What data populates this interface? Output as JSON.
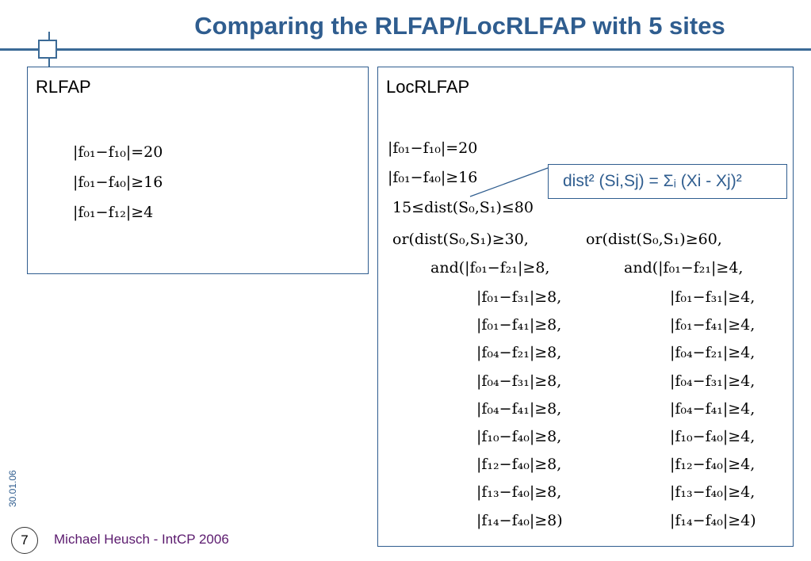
{
  "slide": {
    "title": "Comparing the RLFAP/LocRLFAP with 5 sites",
    "date": "30.01.06",
    "page_number": "7",
    "footer": "Michael Heusch - IntCP 2006"
  },
  "rlfap": {
    "title": "RLFAP",
    "constraints": [
      "|f₀₁−f₁₀|=20",
      "|f₀₁−f₄₀|≥16",
      "|f₀₁−f₁₂|≥4"
    ]
  },
  "locrlfap": {
    "title": "LocRLFAP",
    "constraints": [
      "|f₀₁−f₁₀|=20",
      "|f₀₁−f₄₀|≥16",
      "15≤dist(S₀,S₁)≤80"
    ],
    "or_left": "or(dist(S₀,S₁)≥30,",
    "or_right": "or(dist(S₀,S₁)≥60,",
    "and_left": "and(|f₀₁−f₂₁|≥8,",
    "and_right": "and(|f₀₁−f₂₁|≥4,",
    "left_items": [
      "|f₀₁−f₃₁|≥8,",
      "|f₀₁−f₄₁|≥8,",
      "|f₀₄−f₂₁|≥8,",
      "|f₀₄−f₃₁|≥8,",
      "|f₀₄−f₄₁|≥8,",
      "|f₁₀−f₄₀|≥8,",
      "|f₁₂−f₄₀|≥8,",
      "|f₁₃−f₄₀|≥8,",
      "|f₁₄−f₄₀|≥8)"
    ],
    "right_items": [
      "|f₀₁−f₃₁|≥4,",
      "|f₀₁−f₄₁|≥4,",
      "|f₀₄−f₂₁|≥4,",
      "|f₀₄−f₃₁|≥4,",
      "|f₀₄−f₄₁|≥4,",
      "|f₁₀−f₄₀|≥4,",
      "|f₁₂−f₄₀|≥4,",
      "|f₁₃−f₄₀|≥4,",
      "|f₁₄−f₄₀|≥4)"
    ]
  },
  "callout": {
    "text": "dist² (Si,Sj) = Σᵢ (Xi - Xj)²"
  },
  "colors": {
    "accent": "#2f5d8f",
    "footer": "#5b1a6e"
  }
}
